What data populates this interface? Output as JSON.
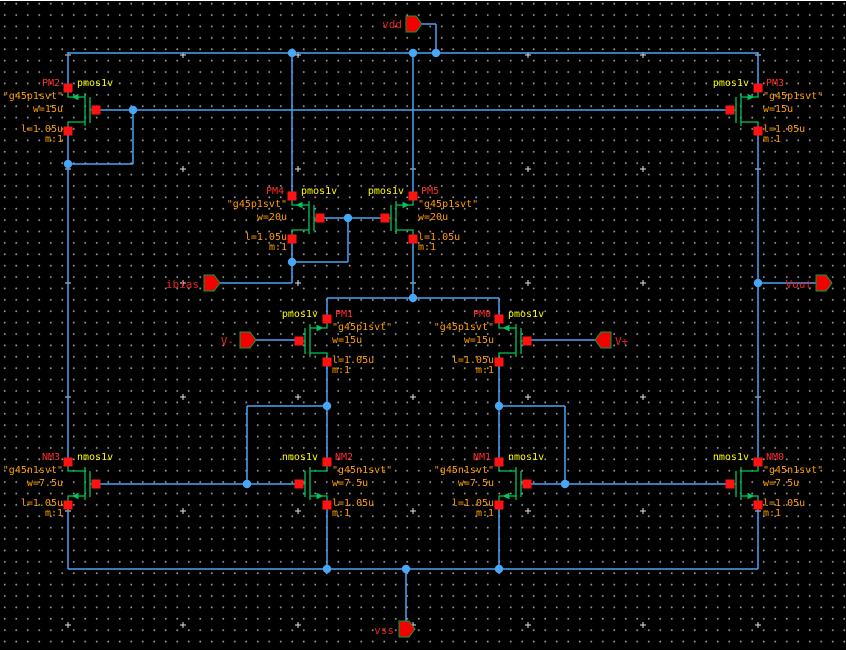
{
  "colors": {
    "background": "#000000",
    "wire": "#47a6f5",
    "device": "#00c55a",
    "terminal": "#ff1212",
    "pin_fill": "#f40000",
    "pin_outline": "#00a040",
    "instance_name": "#ff2f2f",
    "port_label": "#e62222",
    "model": "#fdfd00",
    "param": "#ff9d00"
  },
  "ports": [
    {
      "id": "vdd",
      "label": "vdd"
    },
    {
      "id": "ibias",
      "label": "ibias"
    },
    {
      "id": "vminus",
      "label": "V-"
    },
    {
      "id": "vplus",
      "label": "V+"
    },
    {
      "id": "vout",
      "label": "Vout"
    },
    {
      "id": "vss",
      "label": "vss"
    }
  ],
  "devices": [
    {
      "id": "PM2",
      "model": "pmos1v",
      "model_file": "\"g45p1svt\"",
      "w": "w=15u",
      "l": "l=1.05u",
      "m": "m:1"
    },
    {
      "id": "PM3",
      "model": "pmos1v",
      "model_file": "\"g45p1svt\"",
      "w": "w=15u",
      "l": "l=1.05u",
      "m": "m:1"
    },
    {
      "id": "PM4",
      "model": "pmos1v",
      "model_file": "\"g45p1svt\"",
      "w": "w=20u",
      "l": "l=1.05u",
      "m": "m:1"
    },
    {
      "id": "PM5",
      "model": "pmos1v",
      "model_file": "\"g45p1svt\"",
      "w": "w=20u",
      "l": "l=1.05u",
      "m": "m:1"
    },
    {
      "id": "PM1",
      "model": "pmos1v",
      "model_file": "\"g45p1svt\"",
      "w": "w=15u",
      "l": "l=1.05u",
      "m": "m:1"
    },
    {
      "id": "PM0",
      "model": "pmos1v",
      "model_file": "\"g45p1svt\"",
      "w": "w=15u",
      "l": "l=1.05u",
      "m": "m:1"
    },
    {
      "id": "NM3",
      "model": "nmos1v",
      "model_file": "\"g45n1svt\"",
      "w": "w=7.5u",
      "l": "l=1.05u",
      "m": "m:1"
    },
    {
      "id": "NM2",
      "model": "nmos1v",
      "model_file": "\"g45n1svt\"",
      "w": "w=7.5u",
      "l": "l=1.05u",
      "m": "m:1"
    },
    {
      "id": "NM1",
      "model": "nmos1v",
      "model_file": "\"g45n1svt\"",
      "w": "w=7.5u",
      "l": "l=1.05u",
      "m": "m:1"
    },
    {
      "id": "NM0",
      "model": "nmos1v",
      "model_file": "\"g45n1svt\"",
      "w": "w=7.5u",
      "l": "l=1.05u",
      "m": "m:1"
    }
  ]
}
